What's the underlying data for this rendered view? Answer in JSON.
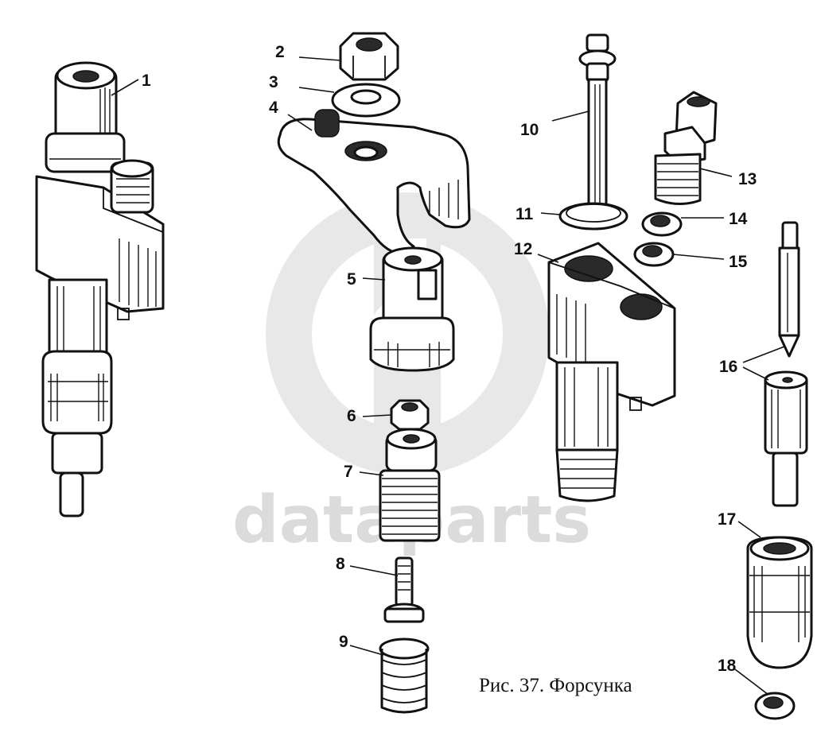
{
  "figure": {
    "caption": "Рис. 37. Форсунка"
  },
  "watermark": {
    "text": "dataparts",
    "color": "#cfcfcf"
  },
  "callouts": [
    "1",
    "2",
    "3",
    "4",
    "5",
    "6",
    "7",
    "8",
    "9",
    "10",
    "11",
    "12",
    "13",
    "14",
    "15",
    "16",
    "17",
    "18"
  ]
}
